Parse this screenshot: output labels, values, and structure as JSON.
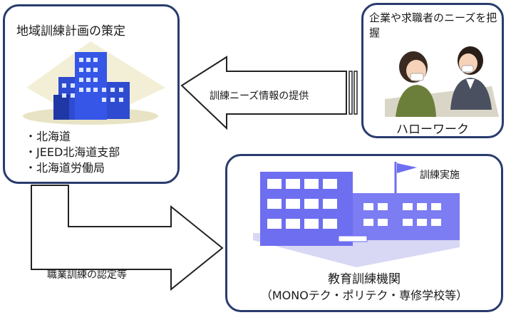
{
  "planning": {
    "title": "地域訓練計画の策定",
    "bullets": [
      "・北海道",
      "・JEED北海道支部",
      "・北海道労働局"
    ]
  },
  "hellowork": {
    "title": "企業や求職者のニーズを把握",
    "label": "ハローワーク"
  },
  "school": {
    "name": "教育訓練機関",
    "sub": "（MONOテク・ポリテク・専修学校等）",
    "training_label": "訓練実施"
  },
  "arrows": {
    "needs_label": "訓練ニーズ情報の提供",
    "cert_label": "職業訓練の認定等"
  },
  "colors": {
    "building_blue": "#2f4bd0",
    "school_purple": "#6e6ef0",
    "border": "#2a3c6e"
  }
}
